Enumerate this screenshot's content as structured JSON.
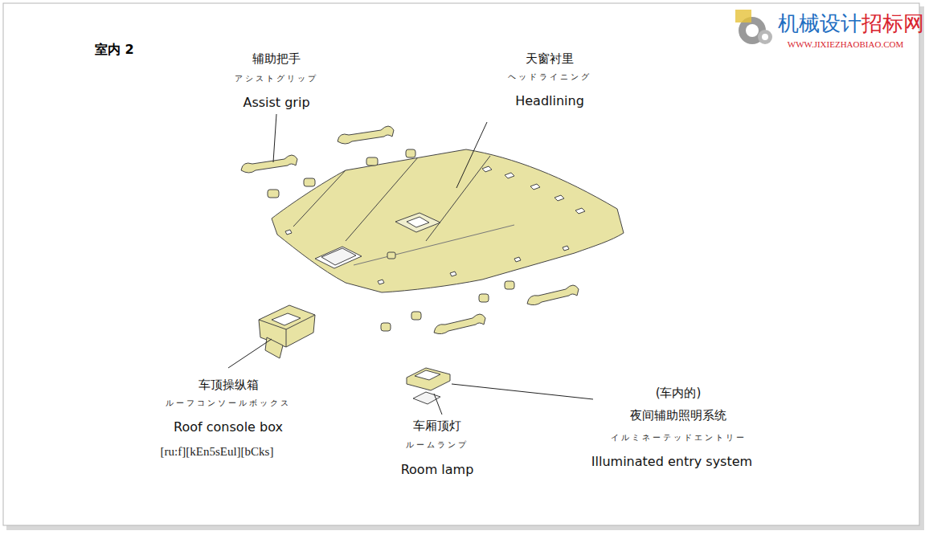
{
  "diagram": {
    "title": "室内 2",
    "labels": [
      "辅助把手",
      "アシストグリップ",
      "Assist grip",
      "天窗衬里",
      "ヘッドライニング",
      "Headlining",
      "车顶操纵箱",
      "ルーフコンソールボックス",
      "Roof console box",
      "[ru:f][kEn5sEul][bCks]",
      "车厢顶灯",
      "ルームランプ",
      "Room lamp",
      "(车内的)",
      "夜间辅助照明系统",
      "イルミネーテッドエントリー",
      "Illuminated entry system",
      "机械设计",
      "招标网",
      "WWW.JIXIEZHAOBIAO.COM"
    ]
  }
}
